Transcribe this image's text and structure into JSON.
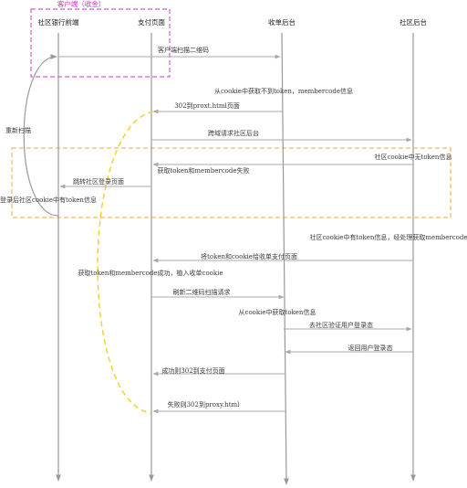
{
  "group": {
    "title": "客户端（收金）"
  },
  "lanes": [
    {
      "id": "community_front",
      "title": "社区银行前端"
    },
    {
      "id": "pay_page",
      "title": "支付页面"
    },
    {
      "id": "cashier",
      "title": "收单后台"
    },
    {
      "id": "community_back",
      "title": "社区后台"
    }
  ],
  "messages": [
    {
      "id": "m1",
      "from": "community_front",
      "to": "cashier",
      "label": "客户端扫描二维码"
    },
    {
      "id": "m2",
      "from": "cashier",
      "to": "cashier",
      "label": "从cookie中获取不到token，membercode信息"
    },
    {
      "id": "m3",
      "from": "cashier",
      "to": "pay_page",
      "label": "302到proxt.html页面"
    },
    {
      "id": "m4",
      "from": "pay_page",
      "to": "community_back",
      "label": "跨域请求社区后台"
    },
    {
      "id": "m5",
      "from": "community_back",
      "to": "community_back",
      "label": "社区cookie中无token信息"
    },
    {
      "id": "m6",
      "from": "community_back",
      "to": "pay_page",
      "label": "获取token和membercode失败"
    },
    {
      "id": "m7",
      "from": "pay_page",
      "to": "community_front",
      "label": "跳转社区登录页面"
    },
    {
      "id": "m8",
      "from": "community_front",
      "to": "community_front",
      "label": "登录后社区cookie中有token信息"
    },
    {
      "id": "m9",
      "from": "community_back",
      "to": "community_back",
      "label": "社区cookie中有token信息，经处理获取membercode"
    },
    {
      "id": "m10",
      "from": "community_back",
      "to": "pay_page",
      "label": "将token和cookie给收单支付页面"
    },
    {
      "id": "m11",
      "from": "pay_page",
      "to": "pay_page",
      "label": "获取token和membercode成功，植入收单cookie"
    },
    {
      "id": "m12",
      "from": "pay_page",
      "to": "cashier",
      "label": "刷新二维码扫描请求"
    },
    {
      "id": "m13",
      "from": "cashier",
      "to": "cashier",
      "label": "从cookie中获取token信息"
    },
    {
      "id": "m14",
      "from": "cashier",
      "to": "community_back",
      "label": "去社区验证用户登录态"
    },
    {
      "id": "m15",
      "from": "community_back",
      "to": "cashier",
      "label": "返回用户登录态"
    },
    {
      "id": "m16",
      "from": "cashier",
      "to": "pay_page",
      "label": "成功则302到支付页面"
    },
    {
      "id": "m17",
      "from": "cashier",
      "to": "pay_page",
      "label": "失败则302到proxy.html"
    }
  ],
  "loop": {
    "label": "重新扫描"
  },
  "colors": {
    "group_border": "#cc33cc",
    "box_border": "#f2a640",
    "curve": "#f5d020",
    "arrow": "#a8a8a8",
    "loop": "#999999"
  }
}
